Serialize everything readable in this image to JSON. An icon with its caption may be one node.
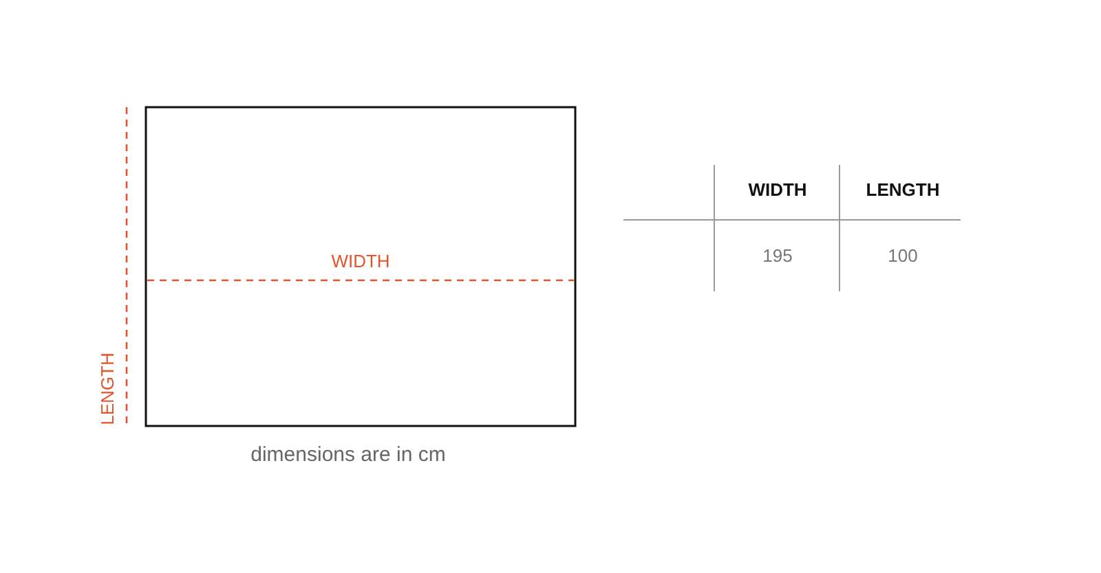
{
  "diagram": {
    "labels": [
      "WIDTH",
      "LENGTH",
      "dimensions are in cm",
      "WIDTH",
      "LENGTH",
      "195",
      "100"
    ]
  }
}
